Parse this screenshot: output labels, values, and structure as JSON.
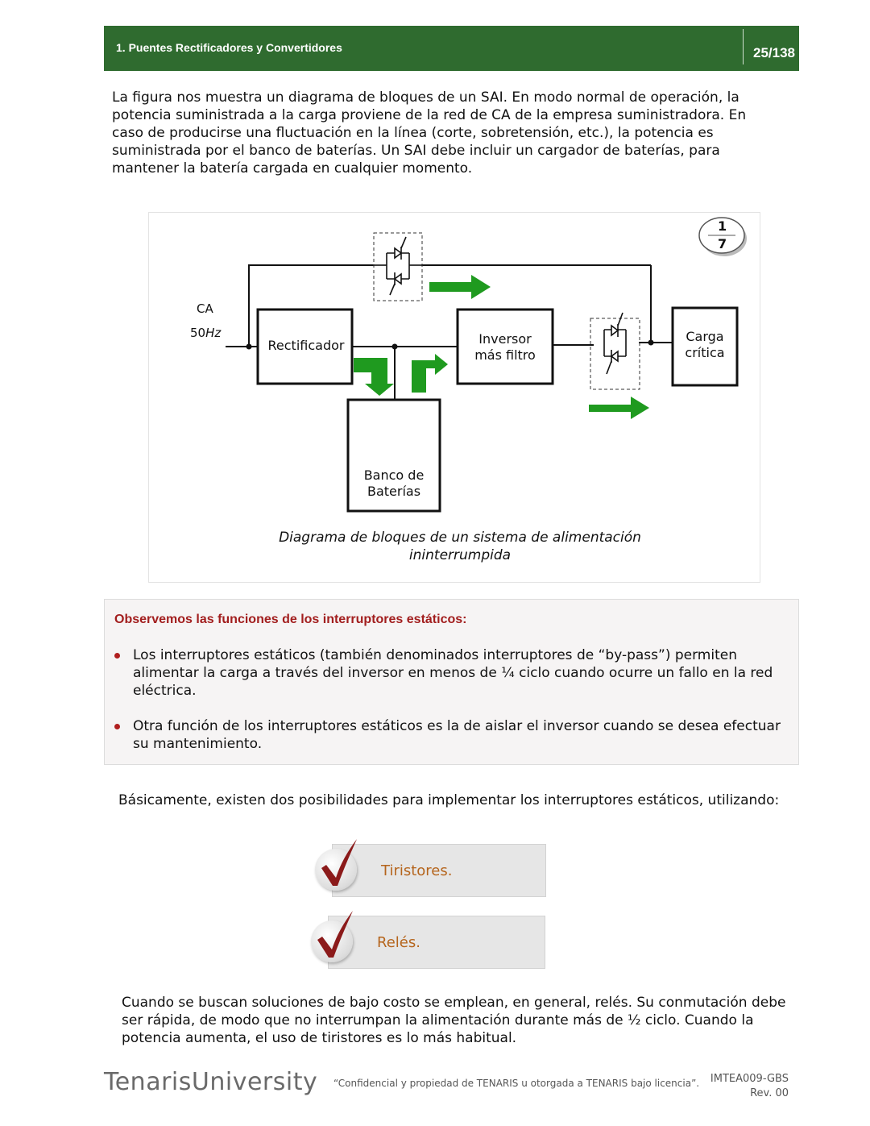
{
  "header": {
    "title": "1. Puentes Rectificadores y Convertidores",
    "page": "25/138"
  },
  "intro": "La figura nos muestra un diagrama de bloques de un SAI. En modo normal de operación, la potencia suministrada a la carga proviene de la red de CA de la empresa suministradora. En caso de producirse una fluctuación en la línea (corte, sobretensión, etc.), la potencia es suministrada por el banco de baterías. Un SAI debe incluir un cargador de baterías, para mantener la batería cargada en cualquier momento.",
  "figure": {
    "badge_top": "1",
    "badge_bottom": "7",
    "ca_label": "CA",
    "freq_value": "50",
    "freq_unit": "Hz",
    "rectifier": "Rectificador",
    "inverter_line1": "Inversor",
    "inverter_line2": "más filtro",
    "load_line1": "Carga",
    "load_line2": "crítica",
    "battery_line1": "Banco de",
    "battery_line2": "Baterías",
    "caption_line1": "Diagrama de bloques de un sistema de alimentación",
    "caption_line2": "ininterrumpida",
    "arrow_color": "#1f9a1f"
  },
  "callout": {
    "heading": "Observemos las funciones de los interruptores estáticos:",
    "bullets": [
      "Los interruptores estáticos (también denominados interruptores de “by-pass”) permiten alimentar la carga a través del inversor en menos de ¼ ciclo cuando ocurre un fallo en la red eléctrica.",
      "Otra función de los interruptores estáticos es la de aislar el inversor cuando se desea efectuar su mantenimiento."
    ]
  },
  "basic_text": "Básicamente, existen dos posibilidades para implementar los interruptores estáticos, utilizando:",
  "options": [
    "Tiristores.",
    "Relés."
  ],
  "closing": "Cuando se buscan soluciones de bajo costo se emplean, en general, relés. Su conmutación debe ser rápida, de modo que no interrumpan la alimentación durante más de ½ ciclo. Cuando la potencia aumenta, el uso de tiristores es lo más habitual.",
  "footer": {
    "logo": "TenarisUniversity",
    "confidential": "“Confidencial y propiedad de TENARIS u otorgada a TENARIS bajo licencia”.",
    "code": "IMTEA009-GBS",
    "rev": "Rev. 00"
  }
}
